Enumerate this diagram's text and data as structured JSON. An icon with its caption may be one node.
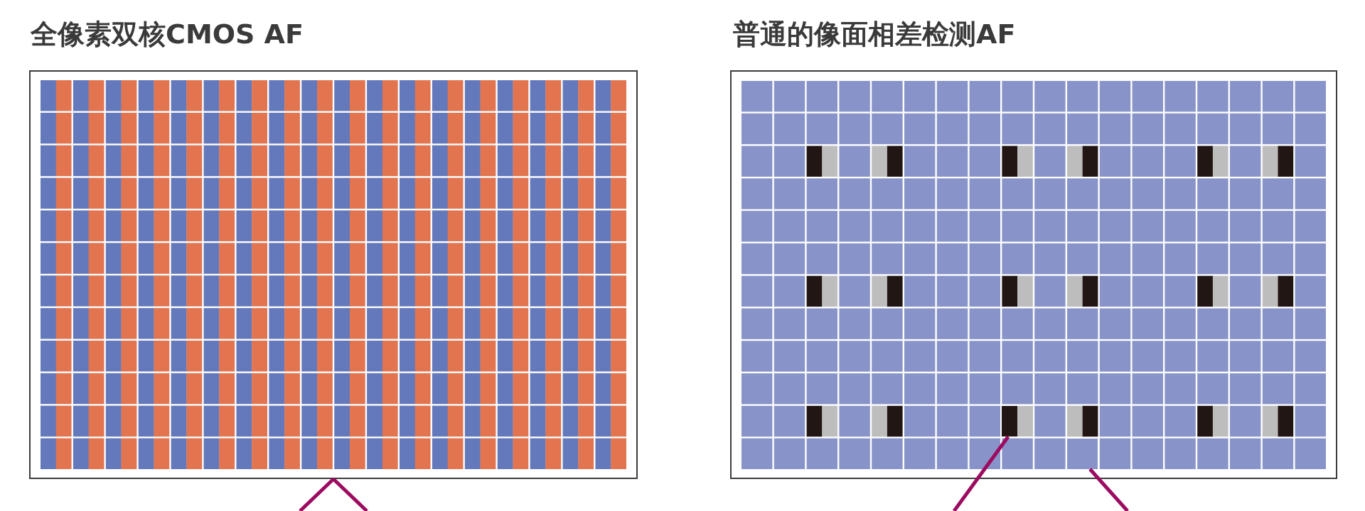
{
  "diagram": {
    "nodes": [
      {
        "text": [
          "全像素双核CMOS AF"
        ]
      },
      {
        "text": [
          "普通的像面相差检测AF"
        ]
      },
      {
        "text": [],
        "shape": "box",
        "in": 1
      },
      {
        "text": [],
        "shape": "box",
        "in": 1
      }
    ],
    "edges": [
      {
        "from": null,
        "to": 0,
        "arrow": "none"
      },
      {
        "from": null,
        "to": 0,
        "arrow": "none"
      },
      {
        "from": null,
        "to": 2,
        "arrow": "none"
      },
      {
        "from": null,
        "to": 3,
        "arrow": "none"
      }
    ]
  }
}
